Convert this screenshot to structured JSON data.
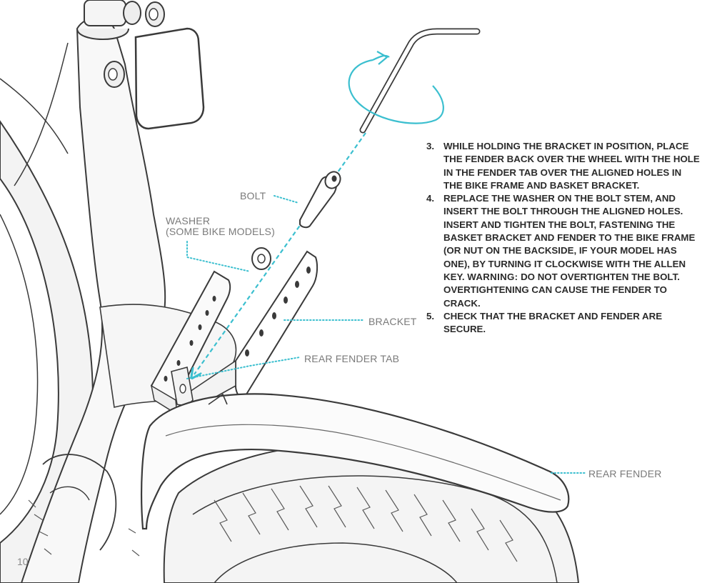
{
  "callouts": {
    "bolt": "BOLT",
    "washer": "WASHER",
    "washer_note": "(SOME BIKE MODELS)",
    "bracket": "BRACKET",
    "rear_fender_tab": "REAR FENDER TAB",
    "rear_fender": "REAR FENDER"
  },
  "steps": [
    {
      "number": "3.",
      "text": "WHILE HOLDING THE BRACKET IN POSITION, PLACE THE FENDER BACK OVER THE WHEEL WITH THE HOLE IN THE FENDER TAB OVER THE ALIGNED HOLES IN THE BIKE FRAME AND BASKET BRACKET."
    },
    {
      "number": "4.",
      "text": "REPLACE THE WASHER ON THE BOLT STEM, AND INSERT THE BOLT THROUGH THE ALIGNED HOLES. INSERT AND TIGHTEN THE BOLT, FASTENING THE BASKET BRACKET AND FENDER TO THE BIKE FRAME (OR NUT ON THE BACKSIDE, IF YOUR MODEL HAS ONE), BY TURNING IT CLOCKWISE WITH THE ALLEN KEY.",
      "warning_label": "WARNING:",
      "warning_text": "DO NOT OVERTIGHTEN THE BOLT. OVERTIGHTENING CAN CAUSE THE FENDER TO CRACK."
    },
    {
      "number": "5.",
      "text": "CHECK THAT THE BRACKET AND FENDER ARE SECURE."
    }
  ],
  "page_number": "10",
  "colors": {
    "accent": "#3bbfcf",
    "line": "#3a3a3a",
    "frame_fill": "#f7f7f7",
    "text": "#2b2b2b",
    "label": "#7a7a7a"
  },
  "icons": [
    "allen-key-icon",
    "rotation-arrow-icon",
    "bolt-icon",
    "washer-icon"
  ]
}
